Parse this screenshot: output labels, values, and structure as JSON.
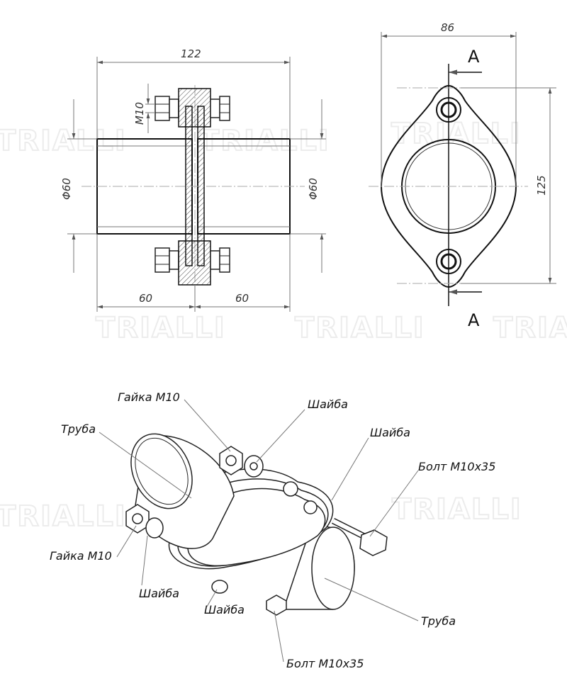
{
  "watermark": "TRIALLI",
  "front_view": {
    "dim_total_length": "122",
    "dim_bolt": "M10",
    "dim_diameter_left": "Φ60",
    "dim_diameter_right": "Φ60",
    "dim_left_length": "60",
    "dim_right_length": "60"
  },
  "flange_view": {
    "dim_width": "86",
    "dim_height": "125",
    "section_top": "A",
    "section_bottom": "A"
  },
  "iso_view": {
    "labels": {
      "nut_top": "Гайка М10",
      "washer_top_1": "Шайба",
      "washer_top_2": "Шайба",
      "bolt_top": "Болт М10х35",
      "pipe_top": "Труба",
      "nut_bottom": "Гайка М10",
      "washer_bottom_1": "Шайба",
      "washer_bottom_2": "Шайба",
      "pipe_bottom": "Труба",
      "bolt_bottom": "Болт М10х35"
    }
  }
}
